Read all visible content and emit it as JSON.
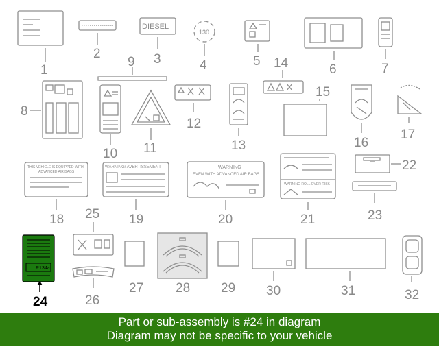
{
  "callouts": [
    "1",
    "2",
    "3",
    "4",
    "5",
    "6",
    "7",
    "8",
    "9",
    "10",
    "11",
    "12",
    "13",
    "14",
    "15",
    "16",
    "17",
    "18",
    "19",
    "20",
    "21",
    "22",
    "23",
    "24",
    "25",
    "26",
    "27",
    "28",
    "29",
    "30",
    "31",
    "32"
  ],
  "highlighted_part": "24",
  "label_texts": {
    "diesel": "DIESEL",
    "speed": "130",
    "airbag_equipped_line1": "THIS VEHICLE IS EQUIPPED WITH",
    "airbag_equipped_line2": "ADVANCED AIR BAGS",
    "warning_avertissement": "WARNING/ AVERTISSEMENT",
    "warning": "WARNING",
    "advanced_airbags": "EVEN WITH ADVANCED AIR BAGS",
    "rollover": "WARNING ROLL OVER RISK",
    "refrigerant": "R134a"
  },
  "colors": {
    "highlight": "#1b7a0f",
    "banner_bg": "#2e7d0e"
  },
  "banner": {
    "line1": "Part or sub-assembly is #24 in diagram",
    "line2": "Diagram may not be specific to your vehicle"
  }
}
